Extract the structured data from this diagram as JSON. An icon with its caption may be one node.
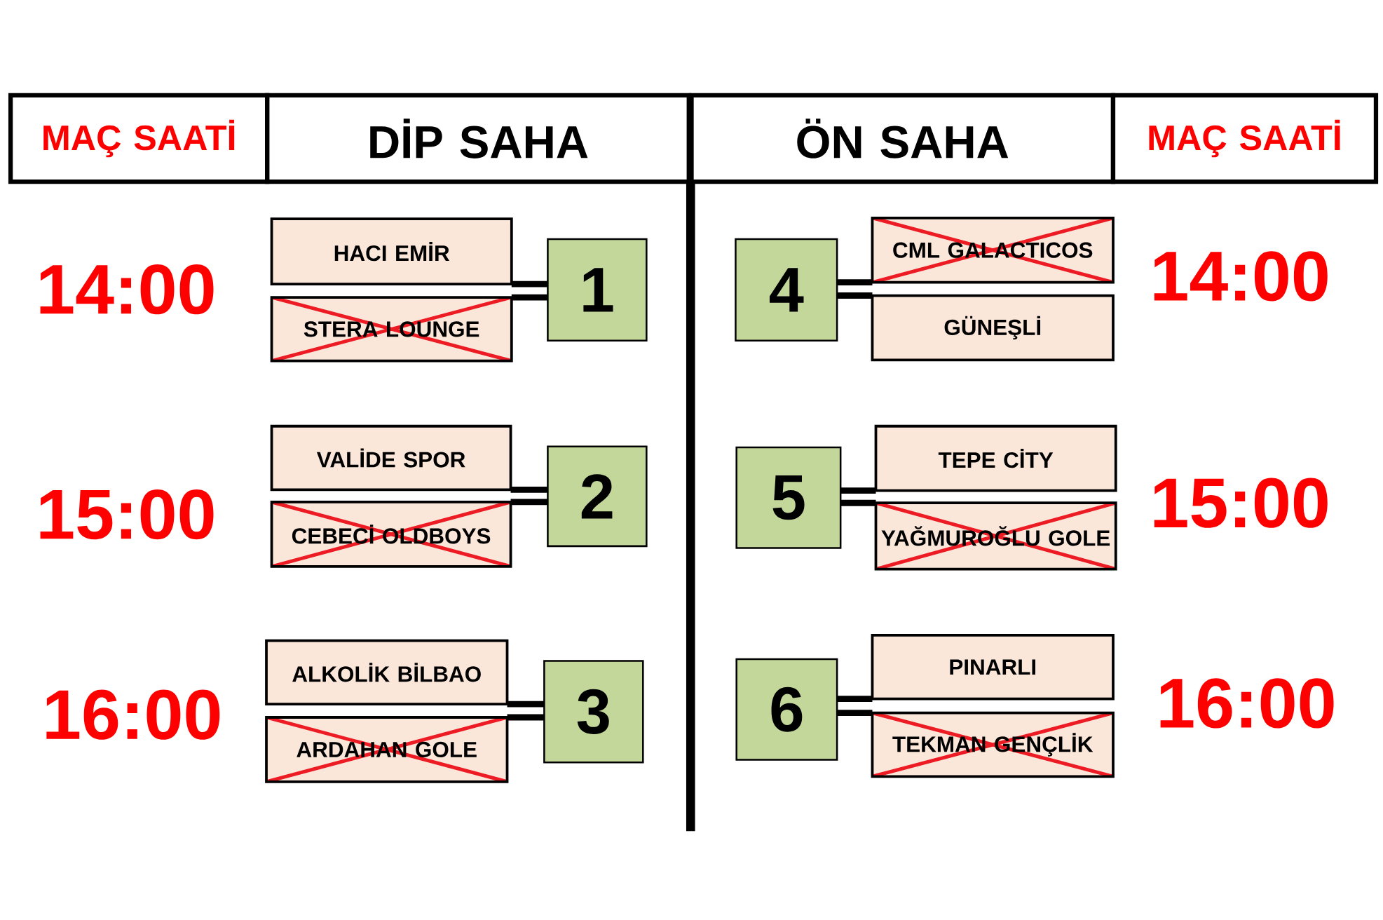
{
  "diagram": {
    "nodes": [
      {
        "text": [
          "MAÇ SAATİ"
        ]
      },
      {
        "text": [
          "DİP SAHA"
        ]
      },
      {
        "text": [
          "ÖN SAHA"
        ]
      },
      {
        "text": [
          "MAÇ SAATİ"
        ]
      },
      {
        "text": [
          "HACI EMİR"
        ]
      },
      {
        "text": [
          "STERA LOUNGE"
        ]
      },
      {
        "text": [
          "1"
        ]
      },
      {
        "text": [
          "VALİDE SPOR"
        ]
      },
      {
        "text": [
          "CEBECİ OLDBOYS"
        ]
      },
      {
        "text": [
          "2"
        ]
      },
      {
        "text": [
          "ALKOLİK BİLBAO"
        ]
      },
      {
        "text": [
          "ARDAHAN GOLE"
        ]
      },
      {
        "text": [
          "3"
        ]
      },
      {
        "text": [
          "4"
        ]
      },
      {
        "text": [
          "CML GALACTICOS"
        ]
      },
      {
        "text": [
          "GÜNEŞLİ"
        ]
      },
      {
        "text": [
          "5"
        ]
      },
      {
        "text": [
          "TEPE CİTY"
        ]
      },
      {
        "text": [
          "YAĞMUROĞLU GOLE"
        ]
      },
      {
        "text": [
          "6"
        ]
      },
      {
        "text": [
          "PINARLI"
        ]
      },
      {
        "text": [
          "TEKMAN GENÇLİK"
        ]
      }
    ],
    "edges": [
      {
        "from": 4,
        "to": 6,
        "arrow": "none"
      },
      {
        "from": 5,
        "to": 6,
        "arrow": "none"
      },
      {
        "from": 7,
        "to": 9,
        "arrow": "none"
      },
      {
        "from": 8,
        "to": 9,
        "arrow": "none"
      },
      {
        "from": 10,
        "to": 12,
        "arrow": "none"
      },
      {
        "from": 11,
        "to": 12,
        "arrow": "none"
      },
      {
        "from": 14,
        "to": 13,
        "arrow": "none"
      },
      {
        "from": 15,
        "to": 13,
        "arrow": "none"
      },
      {
        "from": 17,
        "to": 16,
        "arrow": "none"
      },
      {
        "from": 18,
        "to": 16,
        "arrow": "none"
      },
      {
        "from": 20,
        "to": 19,
        "arrow": "none"
      },
      {
        "from": 21,
        "to": 19,
        "arrow": "none"
      }
    ],
    "labels": [
      "14:00",
      "14:00",
      "15:00",
      "15:00",
      "16:00",
      "16:00"
    ]
  }
}
